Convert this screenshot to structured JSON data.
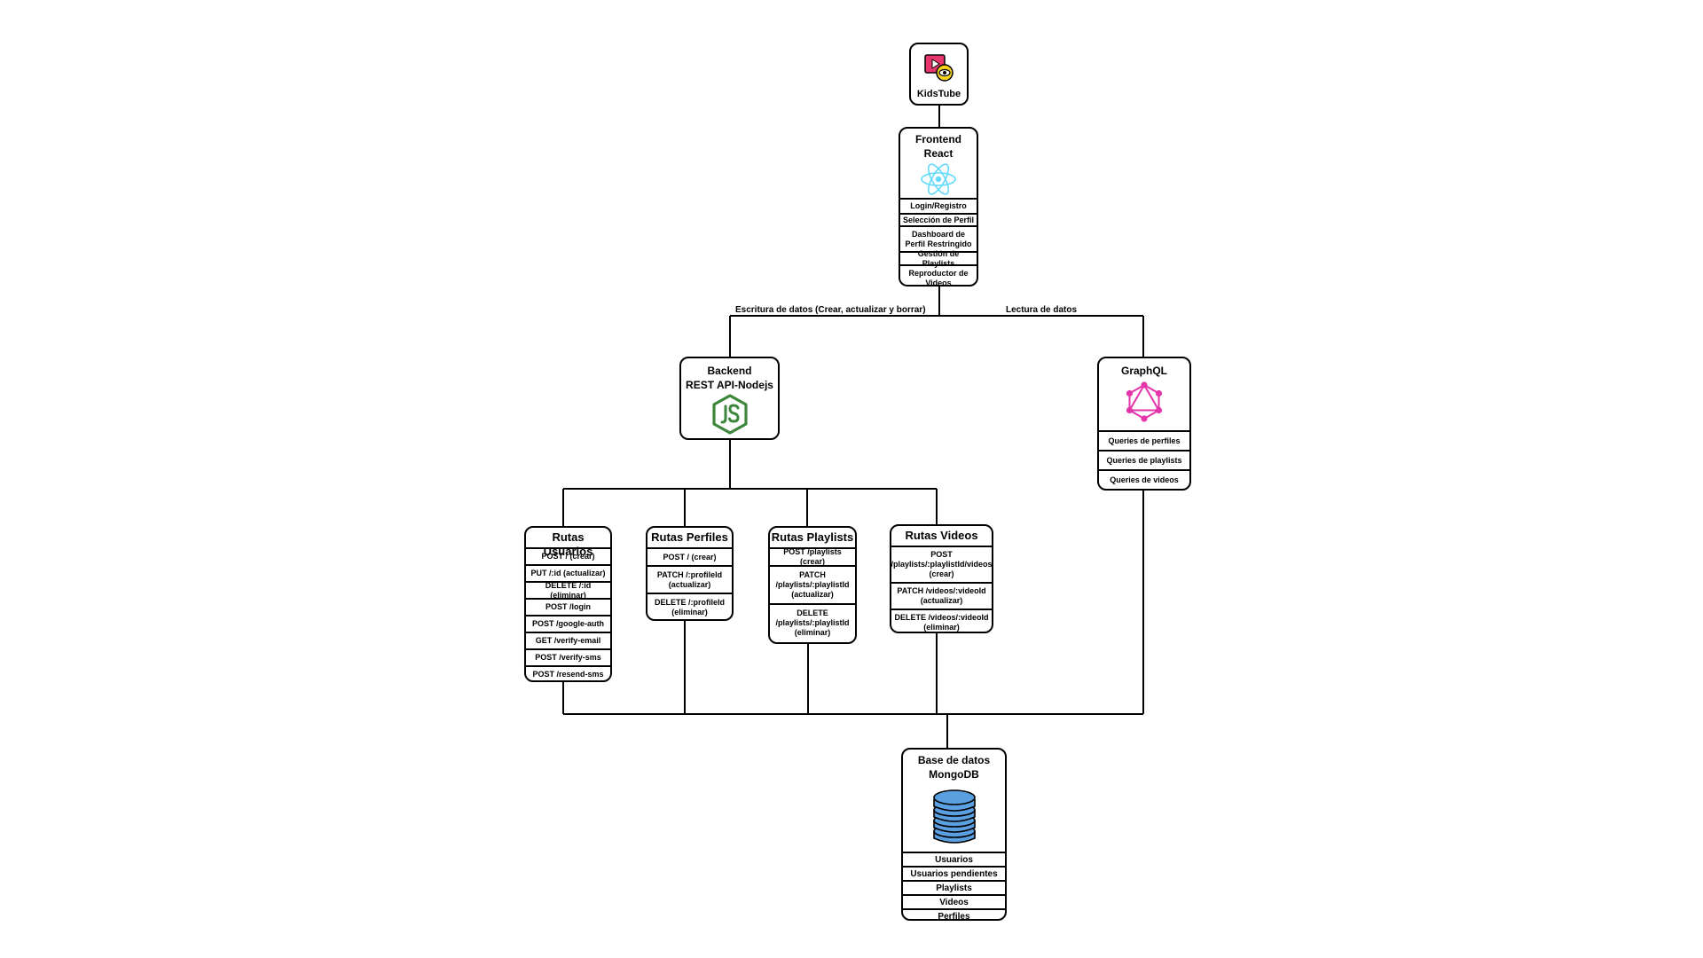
{
  "kidstube": {
    "title": "KidsTube"
  },
  "frontend": {
    "title_line1": "Frontend",
    "title_line2": "React",
    "items": [
      "Login/Registro",
      "Selección de Perfil",
      "Dashboard de Perfil Restringido",
      "Gestión de Playlists",
      "Reproductor de Videos"
    ]
  },
  "edges": {
    "write_label": "Escritura de datos (Crear, actualizar y borrar)",
    "read_label": "Lectura de datos"
  },
  "backend": {
    "title_line1": "Backend",
    "title_line2": "REST API-Nodejs"
  },
  "graphql": {
    "title": "GraphQL",
    "items": [
      "Queries de perfiles",
      "Queries de playlists",
      "Queries de videos"
    ]
  },
  "rutas_usuarios": {
    "title": "Rutas Usuarios",
    "items": [
      "POST / (crear)",
      "PUT /:id (actualizar)",
      "DELETE /:id (eliminar)",
      "POST /login",
      "POST /google-auth",
      "GET /verify-email",
      "POST /verify-sms",
      "POST /resend-sms"
    ]
  },
  "rutas_perfiles": {
    "title": "Rutas Perfiles",
    "items": [
      "POST / (crear)",
      "PATCH /:profileId (actualizar)",
      "DELETE /:profileId (eliminar)"
    ]
  },
  "rutas_playlists": {
    "title": "Rutas Playlists",
    "items": [
      "POST /playlists (crear)",
      "PATCH /playlists/:playlistId (actualizar)",
      "DELETE /playlists/:playlistId (eliminar)"
    ]
  },
  "rutas_videos": {
    "title": "Rutas Videos",
    "items": [
      "POST /playlists/:playlistId/videos (crear)",
      "PATCH /videos/:videoId (actualizar)",
      "DELETE /videos/:videoId (eliminar)"
    ]
  },
  "database": {
    "title_line1": "Base de datos",
    "title_line2": "MongoDB",
    "items": [
      "Usuarios",
      "Usuarios pendientes",
      "Playlists",
      "Videos",
      "Perfiles"
    ]
  },
  "colors": {
    "react": "#61dafb",
    "node": "#3c873a",
    "graphql": "#e535ab",
    "db": "#5a9fe0",
    "kidstube_red": "#e8356d",
    "kidstube_yellow": "#f7d31e"
  }
}
